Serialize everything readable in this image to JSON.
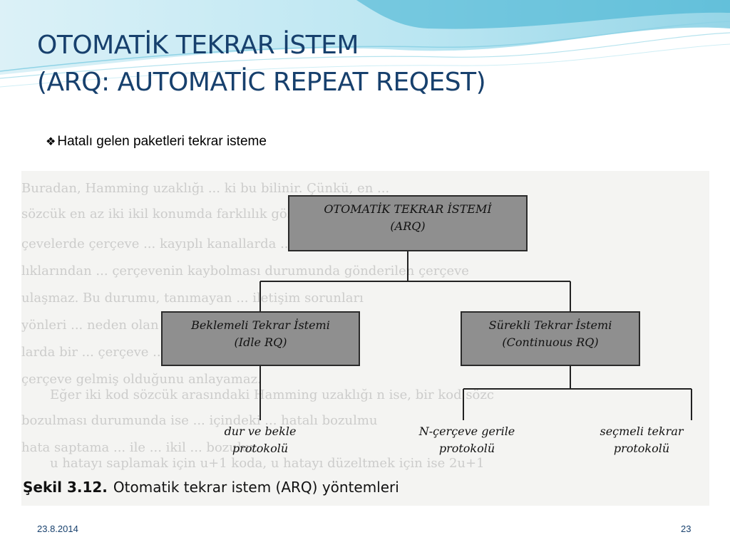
{
  "slide": {
    "title_line1": "OTOMATİK TEKRAR İSTEM",
    "title_line2": "(ARQ: AUTOMATİC REPEAT REQEST)",
    "bullet_icon": "diamond-bullet-icon",
    "bullet_text": "Hatalı gelen paketleri tekrar isteme",
    "date": "23.8.2014",
    "page_number": "23"
  },
  "figure": {
    "root": {
      "line1": "OTOMATİK TEKRAR İSTEMİ",
      "line2": "(ARQ)"
    },
    "left": {
      "line1": "Beklemeli Tekrar İstemi",
      "line2": "(Idle RQ)"
    },
    "right": {
      "line1": "Sürekli Tekrar İstemi",
      "line2": "(Continuous RQ)"
    },
    "leaves": [
      {
        "line1": "dur ve bekle",
        "line2": "protokolü"
      },
      {
        "line1": "N-çerçeve gerile",
        "line2": "protokolü"
      },
      {
        "line1": "seçmeli tekrar",
        "line2": "protokolü"
      }
    ],
    "caption_label": "Şekil 3.12.",
    "caption_text": "Otomatik tekrar istem (ARQ) yöntemleri"
  },
  "colors": {
    "title": "#17406d",
    "box_fill": "#8f8f8f",
    "wave": "#4bb8d6"
  }
}
